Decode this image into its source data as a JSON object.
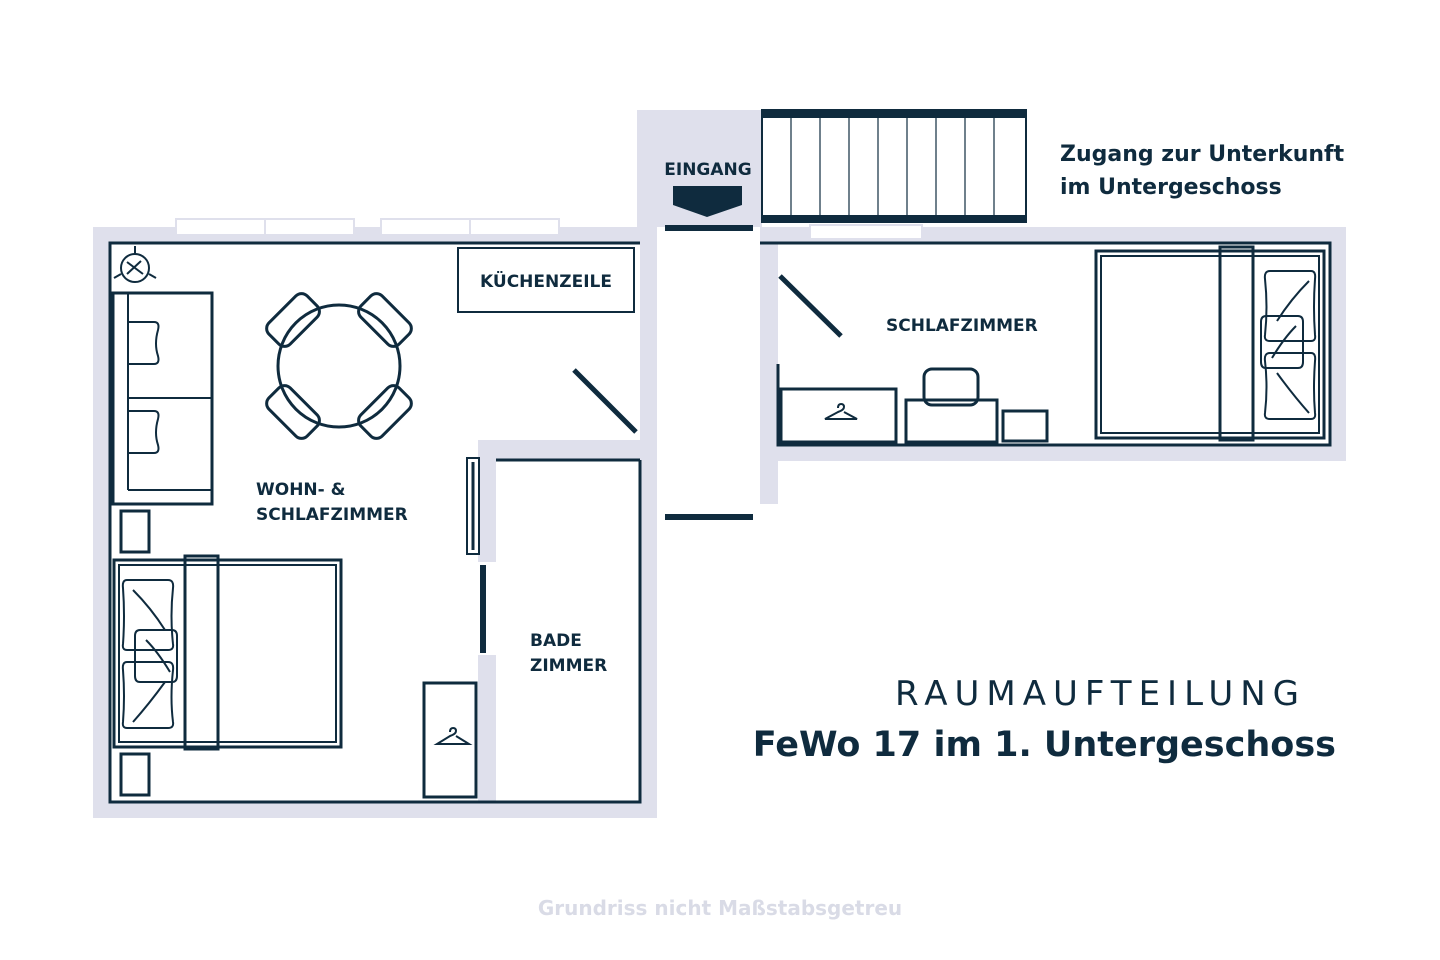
{
  "rooms": {
    "kitchenette": "KÜCHENZEILE",
    "entrance": "EINGANG",
    "bedroom": "SCHLAFZIMMER",
    "living_line1": "WOHN- &",
    "living_line2": "SCHLAFZIMMER",
    "bath_line1": "BADE",
    "bath_line2": "ZIMMER"
  },
  "access_note": {
    "line1": "Zugang zur Unterkunft",
    "line2": "im Untergeschoss"
  },
  "heading": {
    "title": "RAUMAUFTEILUNG",
    "subtitle": "FeWo 17 im 1. Untergeschoss"
  },
  "footer": "Grundriss nicht Maßstabsgetreu",
  "colors": {
    "ink": "#0f2b3e",
    "wall": "#dfe0ec",
    "footer_text": "#d9dbe6"
  },
  "icons": [
    "hanger-icon",
    "hanger-icon",
    "fan-icon",
    "entrance-arrow-icon"
  ]
}
